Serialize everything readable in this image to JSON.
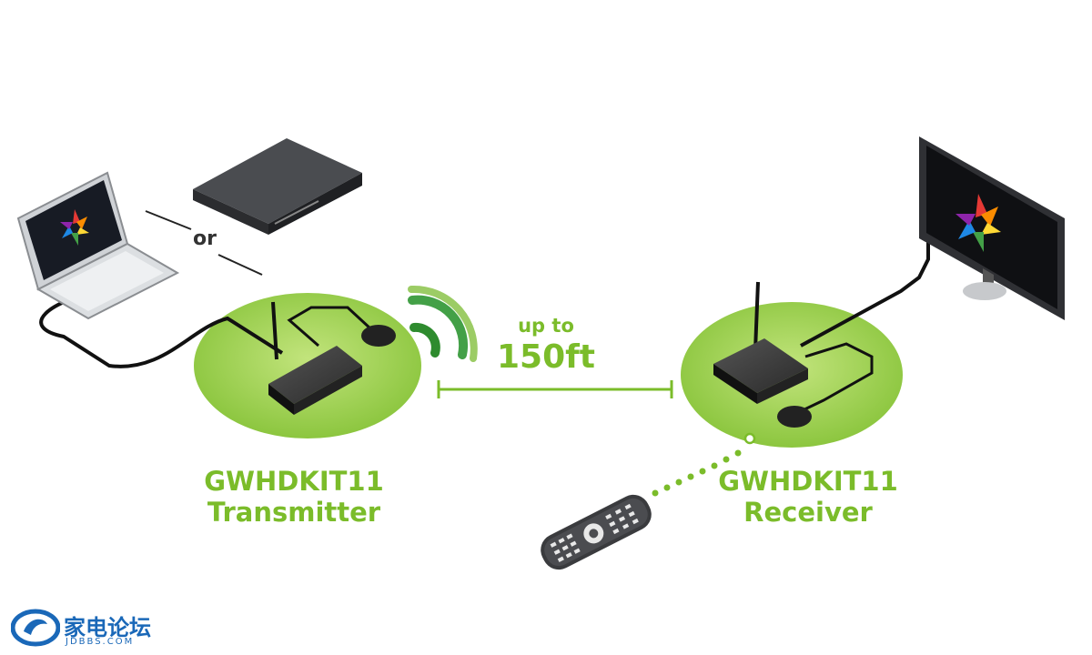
{
  "transmitter": {
    "model": "GWHDKIT11",
    "role": "Transmitter"
  },
  "receiver": {
    "model": "GWHDKIT11",
    "role": "Receiver"
  },
  "range": {
    "prefix": "up to",
    "distance": "150ft"
  },
  "source_choice": "or",
  "watermark": {
    "title": "家电论坛",
    "subtitle": "JDBBS.COM"
  },
  "colors": {
    "accent_green": "#7bbc2a",
    "pad_green": "#9dd04a",
    "signal_green": "#2e8b2e",
    "device_dark": "#2b2b2b",
    "watermark_blue": "#1a68b8"
  }
}
